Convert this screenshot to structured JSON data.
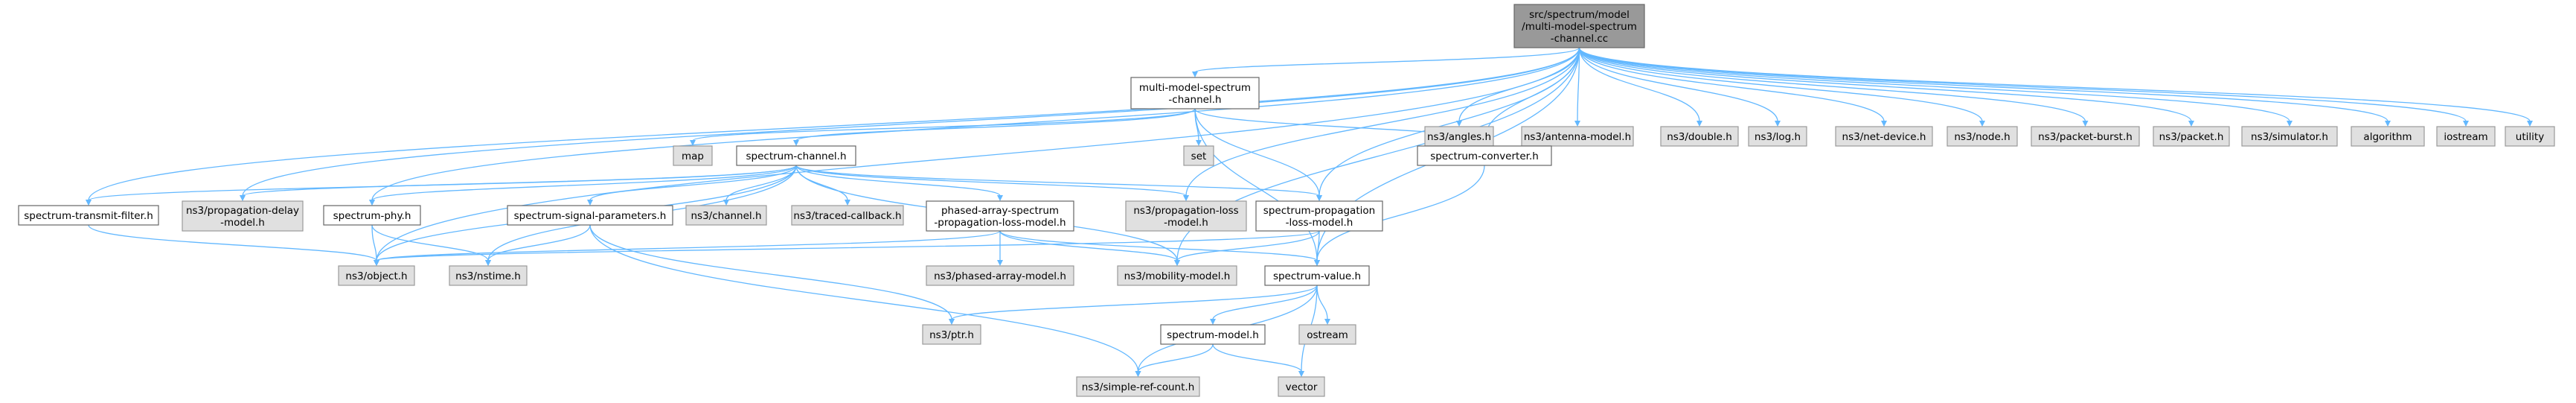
{
  "diagram": {
    "type": "include-dependency-graph",
    "nodes": [
      {
        "id": "root",
        "lines": [
          "src/spectrum/model",
          "/multi-model-spectrum",
          "-channel.cc"
        ],
        "kind": "root"
      },
      {
        "id": "mmsc_h",
        "lines": [
          "multi-model-spectrum",
          "-channel.h"
        ],
        "kind": "internal"
      },
      {
        "id": "angles",
        "lines": [
          "ns3/angles.h"
        ],
        "kind": "external"
      },
      {
        "id": "antenna",
        "lines": [
          "ns3/antenna-model.h"
        ],
        "kind": "external"
      },
      {
        "id": "double",
        "lines": [
          "ns3/double.h"
        ],
        "kind": "external"
      },
      {
        "id": "log",
        "lines": [
          "ns3/log.h"
        ],
        "kind": "external"
      },
      {
        "id": "netdev",
        "lines": [
          "ns3/net-device.h"
        ],
        "kind": "external"
      },
      {
        "id": "node",
        "lines": [
          "ns3/node.h"
        ],
        "kind": "external"
      },
      {
        "id": "pktburst",
        "lines": [
          "ns3/packet-burst.h"
        ],
        "kind": "external"
      },
      {
        "id": "packet",
        "lines": [
          "ns3/packet.h"
        ],
        "kind": "external"
      },
      {
        "id": "simulator",
        "lines": [
          "ns3/simulator.h"
        ],
        "kind": "external"
      },
      {
        "id": "algorithm",
        "lines": [
          "algorithm"
        ],
        "kind": "external"
      },
      {
        "id": "iostream",
        "lines": [
          "iostream"
        ],
        "kind": "external"
      },
      {
        "id": "utility",
        "lines": [
          "utility"
        ],
        "kind": "external"
      },
      {
        "id": "map",
        "lines": [
          "map"
        ],
        "kind": "external"
      },
      {
        "id": "set",
        "lines": [
          "set"
        ],
        "kind": "external"
      },
      {
        "id": "sc_h",
        "lines": [
          "spectrum-channel.h"
        ],
        "kind": "internal"
      },
      {
        "id": "conv",
        "lines": [
          "spectrum-converter.h"
        ],
        "kind": "internal"
      },
      {
        "id": "stf",
        "lines": [
          "spectrum-transmit-filter.h"
        ],
        "kind": "internal"
      },
      {
        "id": "pdelay",
        "lines": [
          "ns3/propagation-delay",
          "-model.h"
        ],
        "kind": "external"
      },
      {
        "id": "sphy",
        "lines": [
          "spectrum-phy.h"
        ],
        "kind": "internal"
      },
      {
        "id": "ssp",
        "lines": [
          "spectrum-signal-parameters.h"
        ],
        "kind": "internal"
      },
      {
        "id": "channel",
        "lines": [
          "ns3/channel.h"
        ],
        "kind": "external"
      },
      {
        "id": "traced",
        "lines": [
          "ns3/traced-callback.h"
        ],
        "kind": "external"
      },
      {
        "id": "paspl",
        "lines": [
          "phased-array-spectrum",
          "-propagation-loss-model.h"
        ],
        "kind": "internal"
      },
      {
        "id": "ploss",
        "lines": [
          "ns3/propagation-loss",
          "-model.h"
        ],
        "kind": "external"
      },
      {
        "id": "sprop",
        "lines": [
          "spectrum-propagation",
          "-loss-model.h"
        ],
        "kind": "internal"
      },
      {
        "id": "object",
        "lines": [
          "ns3/object.h"
        ],
        "kind": "external"
      },
      {
        "id": "nstime",
        "lines": [
          "ns3/nstime.h"
        ],
        "kind": "external"
      },
      {
        "id": "pam",
        "lines": [
          "ns3/phased-array-model.h"
        ],
        "kind": "external"
      },
      {
        "id": "mobility",
        "lines": [
          "ns3/mobility-model.h"
        ],
        "kind": "external"
      },
      {
        "id": "sv",
        "lines": [
          "spectrum-value.h"
        ],
        "kind": "internal"
      },
      {
        "id": "ptr",
        "lines": [
          "ns3/ptr.h"
        ],
        "kind": "external"
      },
      {
        "id": "smodel",
        "lines": [
          "spectrum-model.h"
        ],
        "kind": "internal"
      },
      {
        "id": "ostream",
        "lines": [
          "ostream"
        ],
        "kind": "external"
      },
      {
        "id": "src",
        "lines": [
          "ns3/simple-ref-count.h"
        ],
        "kind": "external"
      },
      {
        "id": "vector",
        "lines": [
          "vector"
        ],
        "kind": "external"
      }
    ],
    "edges": [
      [
        "root",
        "mmsc_h"
      ],
      [
        "root",
        "angles"
      ],
      [
        "root",
        "antenna"
      ],
      [
        "root",
        "double"
      ],
      [
        "root",
        "log"
      ],
      [
        "root",
        "netdev"
      ],
      [
        "root",
        "node"
      ],
      [
        "root",
        "pktburst"
      ],
      [
        "root",
        "packet"
      ],
      [
        "root",
        "simulator"
      ],
      [
        "root",
        "algorithm"
      ],
      [
        "root",
        "iostream"
      ],
      [
        "root",
        "utility"
      ],
      [
        "root",
        "conv"
      ],
      [
        "root",
        "stf"
      ],
      [
        "root",
        "pdelay"
      ],
      [
        "root",
        "sphy"
      ],
      [
        "root",
        "ploss"
      ],
      [
        "root",
        "sprop"
      ],
      [
        "root",
        "object"
      ],
      [
        "root",
        "mobility"
      ],
      [
        "root",
        "sv"
      ],
      [
        "mmsc_h",
        "map"
      ],
      [
        "mmsc_h",
        "set"
      ],
      [
        "mmsc_h",
        "sc_h"
      ],
      [
        "mmsc_h",
        "conv"
      ],
      [
        "mmsc_h",
        "sprop"
      ],
      [
        "mmsc_h",
        "sv"
      ],
      [
        "sc_h",
        "stf"
      ],
      [
        "sc_h",
        "pdelay"
      ],
      [
        "sc_h",
        "sphy"
      ],
      [
        "sc_h",
        "ssp"
      ],
      [
        "sc_h",
        "channel"
      ],
      [
        "sc_h",
        "traced"
      ],
      [
        "sc_h",
        "paspl"
      ],
      [
        "sc_h",
        "ploss"
      ],
      [
        "sc_h",
        "sprop"
      ],
      [
        "sc_h",
        "object"
      ],
      [
        "sc_h",
        "nstime"
      ],
      [
        "sc_h",
        "mobility"
      ],
      [
        "conv",
        "sv"
      ],
      [
        "stf",
        "object"
      ],
      [
        "sphy",
        "object"
      ],
      [
        "sphy",
        "nstime"
      ],
      [
        "ssp",
        "nstime"
      ],
      [
        "ssp",
        "ptr"
      ],
      [
        "ssp",
        "src"
      ],
      [
        "paspl",
        "pam"
      ],
      [
        "paspl",
        "mobility"
      ],
      [
        "paspl",
        "object"
      ],
      [
        "paspl",
        "sv"
      ],
      [
        "sprop",
        "object"
      ],
      [
        "sprop",
        "mobility"
      ],
      [
        "sprop",
        "sv"
      ],
      [
        "sv",
        "ptr"
      ],
      [
        "sv",
        "smodel"
      ],
      [
        "sv",
        "ostream"
      ],
      [
        "sv",
        "src"
      ],
      [
        "sv",
        "vector"
      ],
      [
        "smodel",
        "src"
      ],
      [
        "smodel",
        "vector"
      ]
    ]
  }
}
